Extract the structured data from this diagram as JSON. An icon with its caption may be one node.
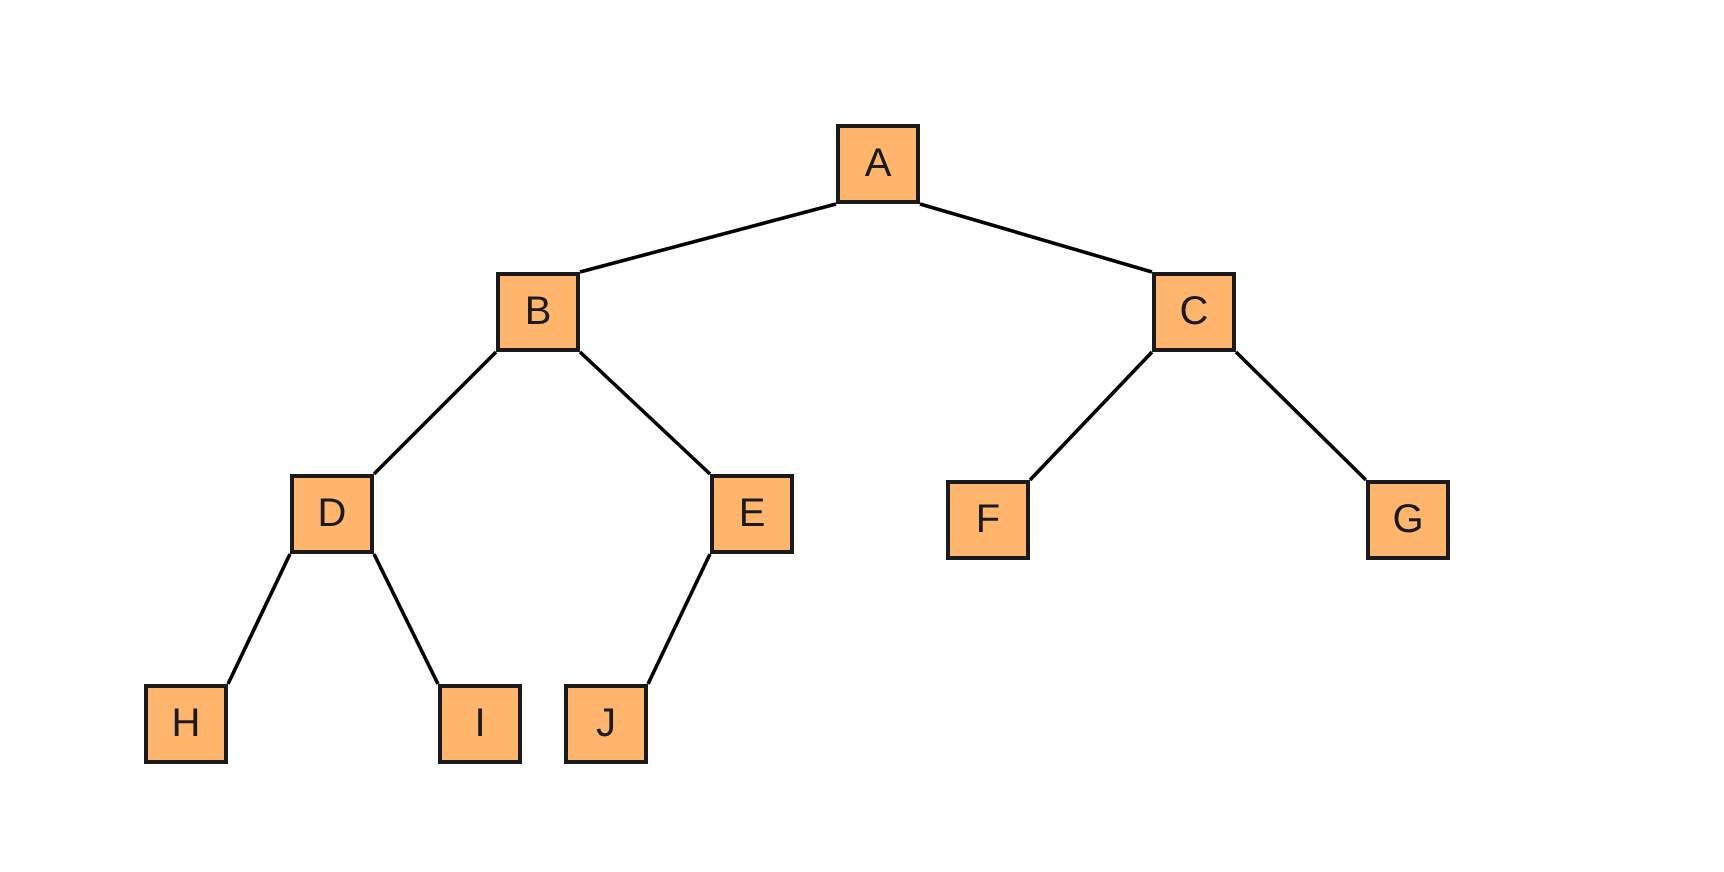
{
  "diagram": {
    "nodes": [
      {
        "text": [
          "A"
        ]
      },
      {
        "text": [
          "B"
        ]
      },
      {
        "text": [
          "C"
        ]
      },
      {
        "text": [
          "D"
        ]
      },
      {
        "text": [
          "E"
        ]
      },
      {
        "text": [
          "F"
        ]
      },
      {
        "text": [
          "G"
        ]
      },
      {
        "text": [
          "H"
        ]
      },
      {
        "text": [
          "I"
        ]
      },
      {
        "text": [
          "J"
        ]
      }
    ],
    "edges": [
      {
        "from": 0,
        "to": 1,
        "arrow": "none"
      },
      {
        "from": 0,
        "to": 2,
        "arrow": "none"
      },
      {
        "from": 1,
        "to": 3,
        "arrow": "none"
      },
      {
        "from": 1,
        "to": 4,
        "arrow": "none"
      },
      {
        "from": 2,
        "to": 5,
        "arrow": "none"
      },
      {
        "from": 2,
        "to": 6,
        "arrow": "none"
      },
      {
        "from": 3,
        "to": 7,
        "arrow": "none"
      },
      {
        "from": 3,
        "to": 8,
        "arrow": "none"
      },
      {
        "from": 4,
        "to": 9,
        "arrow": "none"
      }
    ]
  }
}
